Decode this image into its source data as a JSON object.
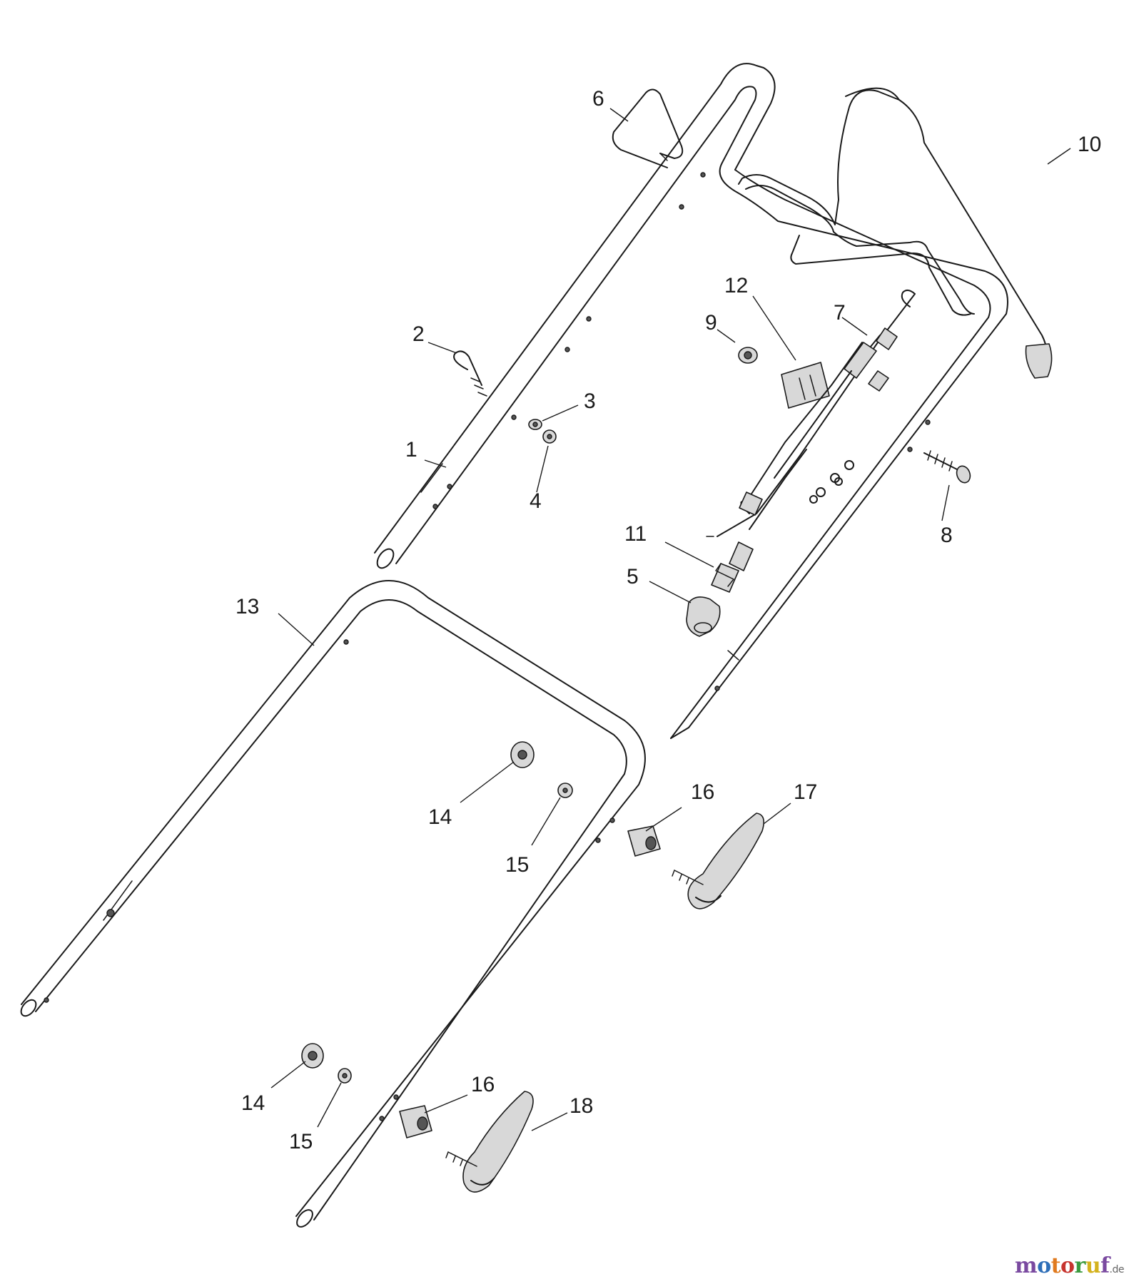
{
  "callouts": {
    "p1": "1",
    "p2": "2",
    "p3": "3",
    "p4": "4",
    "p5": "5",
    "p6": "6",
    "p7": "7",
    "p8": "8",
    "p9": "9",
    "p10": "10",
    "p11": "11",
    "p12": "12",
    "p13": "13",
    "p14a": "14",
    "p14b": "14",
    "p15a": "15",
    "p15b": "15",
    "p16a": "16",
    "p16b": "16",
    "p17": "17",
    "p18": "18"
  },
  "watermark": {
    "letters": [
      "m",
      "o",
      "t",
      "o",
      "r",
      "u",
      "f"
    ],
    "tld": ".de"
  }
}
